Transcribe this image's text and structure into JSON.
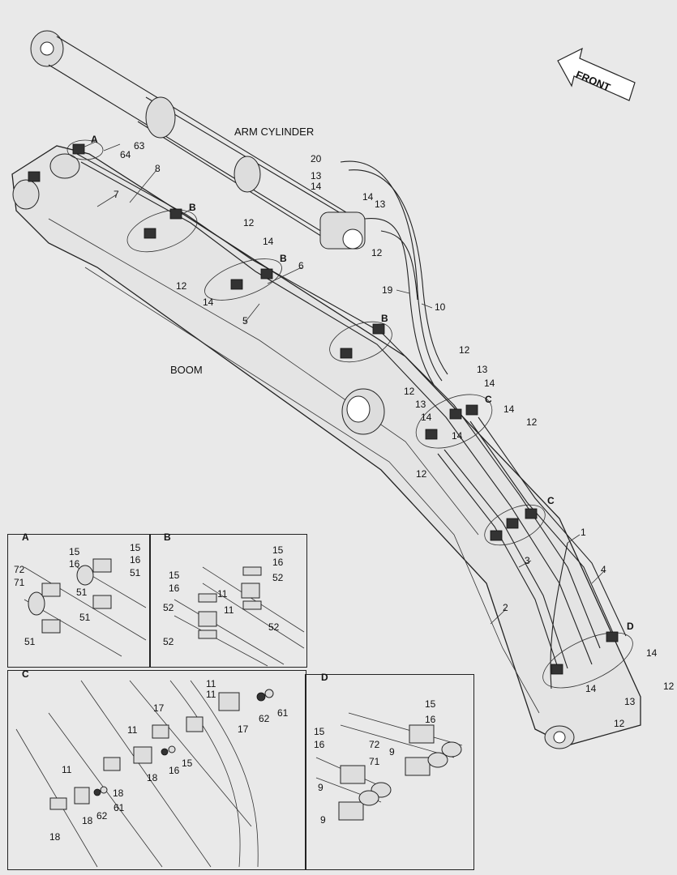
{
  "title_labels": {
    "front": "FRONT",
    "arm_cylinder": "ARM CYLINDER",
    "boom": "BOOM"
  },
  "main_callouts": [
    "A",
    "B",
    "B",
    "B",
    "B",
    "C",
    "C",
    "D",
    "1",
    "2",
    "3",
    "4",
    "5",
    "6",
    "7",
    "8",
    "10",
    "12",
    "12",
    "12",
    "12",
    "12",
    "12",
    "12",
    "12",
    "12",
    "13",
    "13",
    "13",
    "13",
    "13",
    "14",
    "14",
    "14",
    "14",
    "14",
    "14",
    "14",
    "14",
    "14",
    "14",
    "19",
    "20",
    "63",
    "64"
  ],
  "detail_panels": {
    "A": {
      "title": "A",
      "callouts": [
        "15",
        "16",
        "72",
        "71",
        "51",
        "51",
        "51",
        "15",
        "16",
        "51"
      ]
    },
    "B": {
      "title": "B",
      "callouts": [
        "15",
        "16",
        "52",
        "15",
        "16",
        "52",
        "11",
        "52",
        "11",
        "52",
        "52"
      ]
    },
    "C": {
      "title": "C",
      "callouts": [
        "11",
        "17",
        "17",
        "11",
        "62",
        "61",
        "11",
        "15",
        "16",
        "18",
        "11",
        "18",
        "62",
        "61",
        "18",
        "18"
      ]
    },
    "D": {
      "title": "D",
      "callouts": [
        "15",
        "16",
        "15",
        "16",
        "72",
        "71",
        "9",
        "9",
        "9"
      ]
    }
  }
}
